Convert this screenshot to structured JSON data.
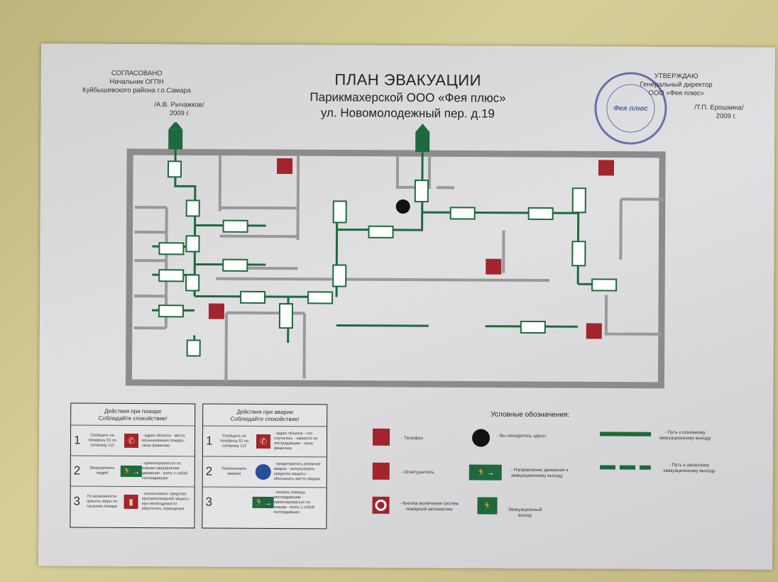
{
  "approval_left": {
    "heading": "СОГЛАСОВАНО",
    "line1": "Начальник ОГПН",
    "line2": "Куйбышевского района г.о.Самара",
    "name": "/А.В. Рычажков/",
    "year": "2009 г."
  },
  "approval_right": {
    "heading": "УТВЕРЖДАЮ",
    "line1": "Генеральный директор",
    "line2": "ООО «Фея плюс»",
    "name": "/Т.П. Ерошкина/",
    "year": "2009 г.",
    "stamp_text": "Фея плюс"
  },
  "title": {
    "main": "ПЛАН ЭВАКУАЦИИ",
    "subtitle": "Парикмахерской ООО «Фея плюс»",
    "address": "ул. Новомолодежный пер. д.19"
  },
  "fire_box": {
    "heading1": "Действия при пожаре",
    "heading2": "Соблюдайте спокойствие!",
    "steps": [
      {
        "num": "1",
        "action": "Сообщить по телефону 01 по сотовому 112",
        "icon": "phone-icon",
        "notes": "- адрес объекта - место возникновения пожара - свою фамилию"
      },
      {
        "num": "2",
        "action": "Эвакуировать людей",
        "icon": "exit-arrow-icon",
        "notes": "- ориентироваться по знакам направления движения - взять с собой пострадавших"
      },
      {
        "num": "3",
        "action": "По возможности принять меры по тушению пожара",
        "icon": "extinguisher-icon",
        "notes": "- использовать средства противопожарной защиты - при необходимости обесточить помещения"
      }
    ]
  },
  "accident_box": {
    "heading1": "Действия при аварии",
    "heading2": "Соблюдайте спокойствие!",
    "steps": [
      {
        "num": "1",
        "action": "Сообщить по телефону 01 по сотовому 112",
        "icon": "phone-icon",
        "notes": "- адрес объекта - что случилось - имеются ли пострадавшие - свою фамилию"
      },
      {
        "num": "2",
        "action": "Локализовать аварию",
        "icon": "protective-mask-icon",
        "notes": "- предотвратить развитие аварии - использовать средства защиты - обозначить место аварии"
      },
      {
        "num": "3",
        "action": "",
        "icon": "exit-arrow-icon",
        "notes": "- оказать помощь пострадавшим - ориентироваться по знакам - взять с собой пострадавших"
      }
    ]
  },
  "legend": {
    "title": "Условные обозначения:",
    "phone": "- Телефон",
    "you_are_here": "- Вы находитесь здесь!",
    "main_route": "- Путь к основному эвакуационному выходу",
    "extinguisher": "- Огнетушитель",
    "direction": "- Направление движения к эвакуационному выходу",
    "reserve_route": "- Путь к запасному эвакуационному выходу",
    "fire_button": "- Кнопка включения систем пожарной автоматики",
    "exit": "- Эвакуационный выход"
  },
  "colors": {
    "route": "#1e6a3c",
    "wall": "#8c8c8c",
    "sign_red": "#a3242b"
  }
}
